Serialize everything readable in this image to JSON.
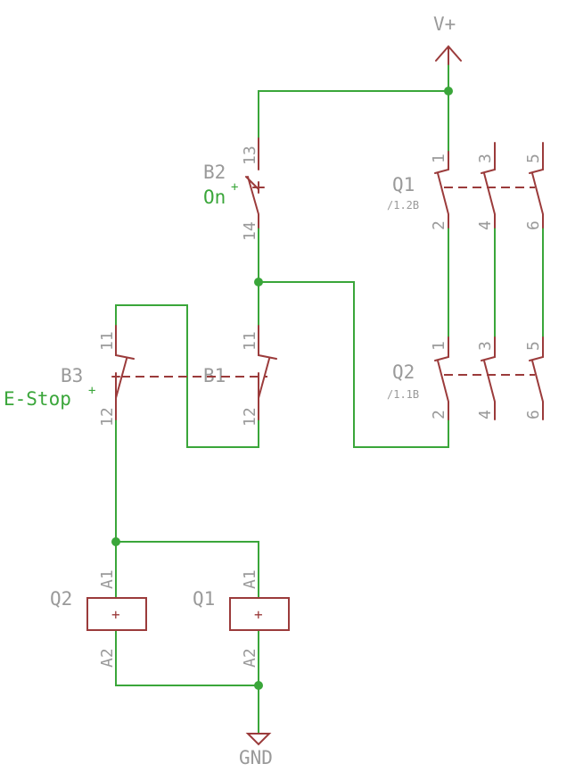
{
  "colors": {
    "wire": "#3aa63a",
    "symbol": "#9b3b3b",
    "label": "#9a9a9a",
    "value": "#3aa63a"
  },
  "supply": {
    "vplus": "V+",
    "gnd": "GND"
  },
  "b2": {
    "name": "B2",
    "value": "On",
    "marker": "+",
    "pin_top": "13",
    "pin_bottom": "14"
  },
  "b1": {
    "name": "B1",
    "pin_top": "11",
    "pin_bottom": "12"
  },
  "b3": {
    "name": "B3",
    "value": "E-Stop",
    "marker": "+",
    "pin_top": "11",
    "pin_bottom": "12"
  },
  "q1_contacts": {
    "name": "Q1",
    "ref": "/1.2B",
    "pins": [
      "1",
      "2",
      "3",
      "4",
      "5",
      "6"
    ]
  },
  "q2_contacts": {
    "name": "Q2",
    "ref": "/1.1B",
    "pins": [
      "1",
      "2",
      "3",
      "4",
      "5",
      "6"
    ]
  },
  "q2_coil": {
    "name": "Q2",
    "marker": "+",
    "pin_top": "A1",
    "pin_bottom": "A2"
  },
  "q1_coil": {
    "name": "Q1",
    "marker": "+",
    "pin_top": "A1",
    "pin_bottom": "A2"
  }
}
